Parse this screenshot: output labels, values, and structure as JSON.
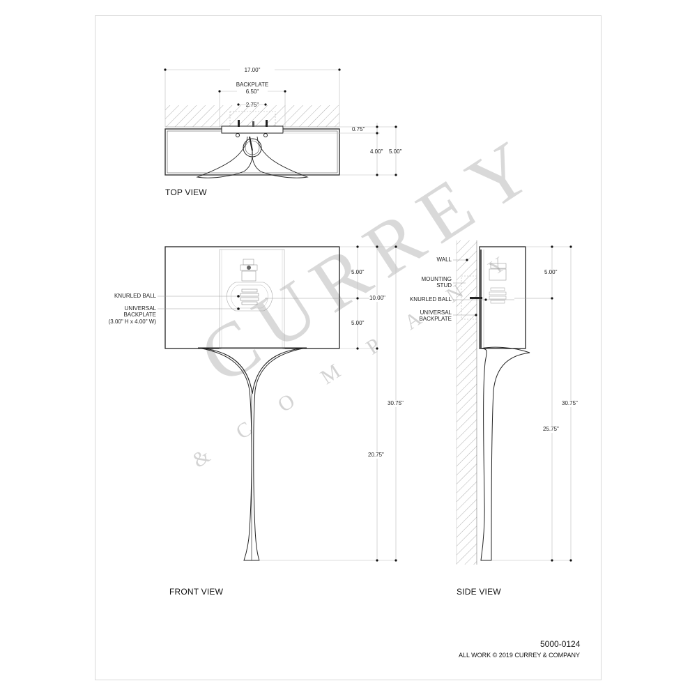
{
  "sheet": {
    "part_number": "5000-0124",
    "copyright": "ALL WORK © 2019 CURREY & COMPANY",
    "watermark": {
      "main": "CURREY",
      "sub": "& C O M P A N Y"
    }
  },
  "top_view": {
    "title": "TOP VIEW",
    "dimensions": {
      "overall_width": "17.00\"",
      "backplate_label": "BACKPLATE",
      "backplate_width": "6.50\"",
      "inner_width": "2.75\"",
      "offset": "0.75\"",
      "shade_depth": "4.00\"",
      "overall_depth": "5.00\""
    }
  },
  "front_view": {
    "title": "FRONT VIEW",
    "callouts": {
      "knurled_ball": "KNURLED BALL",
      "universal_backplate_l1": "UNIVERSAL",
      "universal_backplate_l2": "BACKPLATE",
      "universal_backplate_l3": "(3.00\" H x 4.00\" W)"
    },
    "dimensions": {
      "upper_half": "5.00\"",
      "lower_half": "5.00\"",
      "shade_height": "10.00\"",
      "overall_height": "30.75\"",
      "arm_height": "20.75\""
    }
  },
  "side_view": {
    "title": "SIDE VIEW",
    "callouts": {
      "wall": "WALL",
      "mounting_stud_l1": "MOUNTING",
      "mounting_stud_l2": "STUD",
      "knurled_ball": "KNURLED BALL",
      "universal_backplate_l1": "UNIVERSAL",
      "universal_backplate_l2": "BACKPLATE"
    },
    "dimensions": {
      "upper_half": "5.00\"",
      "overall_height": "30.75\"",
      "arm_height": "25.75\""
    }
  }
}
